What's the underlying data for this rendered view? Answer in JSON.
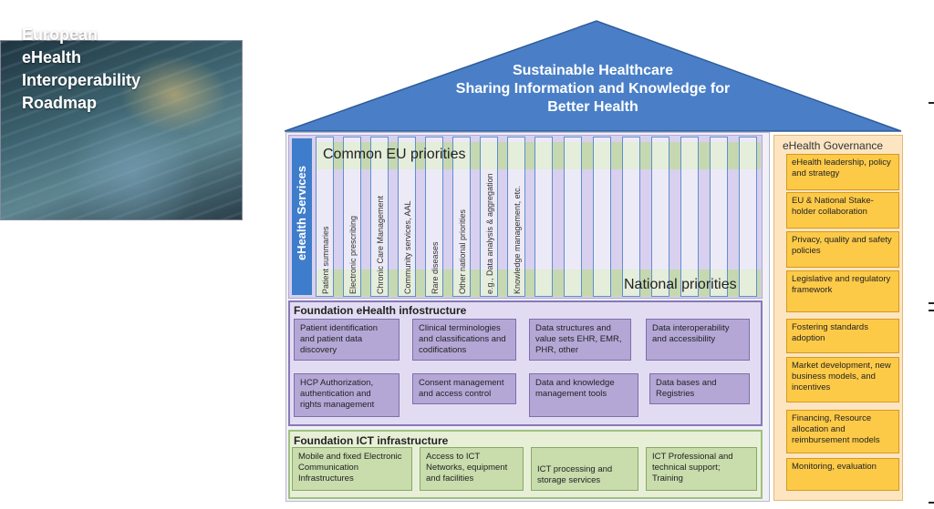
{
  "photo": {
    "title": "European\neHealth\nInteroperability\nRoadmap"
  },
  "roof": {
    "line1": "Sustainable Healthcare",
    "line2": "Sharing Information and Knowledge for",
    "line3": "Better Health"
  },
  "services": {
    "label": "eHealth Services",
    "common_priorities": "Common EU priorities",
    "national_priorities": "National priorities",
    "columns": [
      "Patient summaries",
      "Electronic prescribing",
      "Chronic Care Management",
      "Community services, AAL",
      "Rare diseases",
      "Other national priorities",
      "e.g., Data analysis & aggregation",
      "Knowledge management, etc.",
      "",
      "",
      "",
      "",
      "",
      "",
      "",
      ""
    ]
  },
  "foundation_ehealth": {
    "title": "Foundation eHealth infostructure",
    "boxes": [
      "Patient identification and patient data discovery",
      "Clinical terminologies and classifications and codifications",
      "Data structures and value sets EHR, EMR, PHR, other",
      "Data interoperability and accessibility",
      "HCP Authorization, authentication and rights management",
      "Consent management and access control",
      "Data and knowledge management tools",
      "Data bases and Registries"
    ]
  },
  "foundation_ict": {
    "title": "Foundation ICT infrastructure",
    "boxes": [
      "Mobile and fixed Electronic Communication Infrastructures",
      "Access to ICT Networks, equipment and facilities",
      "ICT processing and storage services",
      "ICT Professional and technical support; Training"
    ]
  },
  "governance": {
    "title": "eHealth Governance",
    "items": [
      "eHealth leadership, policy and strategy",
      "EU & National Stake-holder collaboration",
      "Privacy, quality and safety policies",
      "Legislative and regulatory framework",
      "Fostering standards adoption",
      "Market development, new business models, and incentives",
      "Financing, Resource allocation and reimbursement models",
      "Monitoring, evaluation"
    ]
  },
  "colors": {
    "roof": "#4a7fc7",
    "services_bg": "#d8d0ee",
    "priority_band": "#c5d8b0",
    "infostructure_box": "#b4a7d6",
    "ict_box": "#c8dcac",
    "governance_box": "#fdca48"
  }
}
